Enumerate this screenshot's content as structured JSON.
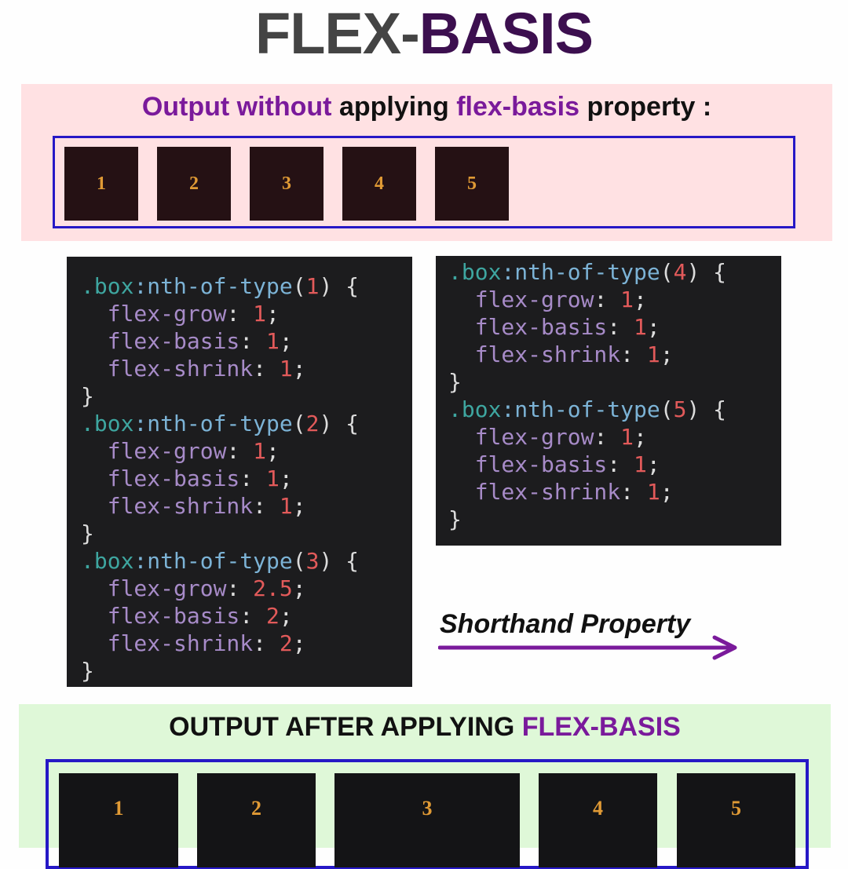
{
  "title": {
    "part1": "FLEX-",
    "part2": "BASIS",
    "color_dark": "#444444",
    "color_accent": "#3c0f4f"
  },
  "top_panel": {
    "heading": {
      "part1": "Output without",
      "part2": " applying ",
      "part3": "flex-basis",
      "part4": " property :"
    },
    "background": "#ffe1e3",
    "boxes": [
      "1",
      "2",
      "3",
      "4",
      "5"
    ]
  },
  "code_left": [
    {
      "selector": ".box",
      "pseudo": ":nth-of-type",
      "open": "(",
      "n": "1",
      "close": ") {",
      "props": [
        {
          "name": "flex-grow",
          "value": "1"
        },
        {
          "name": "flex-basis",
          "value": "1"
        },
        {
          "name": "flex-shrink",
          "value": "1"
        }
      ]
    },
    {
      "selector": ".box",
      "pseudo": ":nth-of-type",
      "open": "(",
      "n": "2",
      "close": ") {",
      "props": [
        {
          "name": "flex-grow",
          "value": "1"
        },
        {
          "name": "flex-basis",
          "value": "1"
        },
        {
          "name": "flex-shrink",
          "value": "1"
        }
      ]
    },
    {
      "selector": ".box",
      "pseudo": ":nth-of-type",
      "open": "(",
      "n": "3",
      "close": ") {",
      "props": [
        {
          "name": "flex-grow",
          "value": "2.5"
        },
        {
          "name": "flex-basis",
          "value": "2"
        },
        {
          "name": "flex-shrink",
          "value": "2"
        }
      ]
    }
  ],
  "code_right": [
    {
      "selector": ".box",
      "pseudo": ":nth-of-type",
      "open": "(",
      "n": "4",
      "close": ") {",
      "props": [
        {
          "name": "flex-grow",
          "value": "1"
        },
        {
          "name": "flex-basis",
          "value": "1"
        },
        {
          "name": "flex-shrink",
          "value": "1"
        }
      ]
    },
    {
      "selector": ".box",
      "pseudo": ":nth-of-type",
      "open": "(",
      "n": "5",
      "close": ") {",
      "props": [
        {
          "name": "flex-grow",
          "value": "1"
        },
        {
          "name": "flex-basis",
          "value": "1"
        },
        {
          "name": "flex-shrink",
          "value": "1"
        }
      ]
    }
  ],
  "shorthand_label": "Shorthand Property",
  "bottom_panel": {
    "heading": {
      "part1": "OUTPUT AFTER APPLYING ",
      "part2": "FLEX-BASIS"
    },
    "background": "#dff8d8",
    "boxes": [
      "1",
      "2",
      "3",
      "4",
      "5"
    ]
  },
  "colors": {
    "accent_purple": "#7a1a9b",
    "flex_border": "#2618c6",
    "box_fill": "#251114",
    "box_number": "#e09a35",
    "code_bg": "#1c1c1e"
  }
}
